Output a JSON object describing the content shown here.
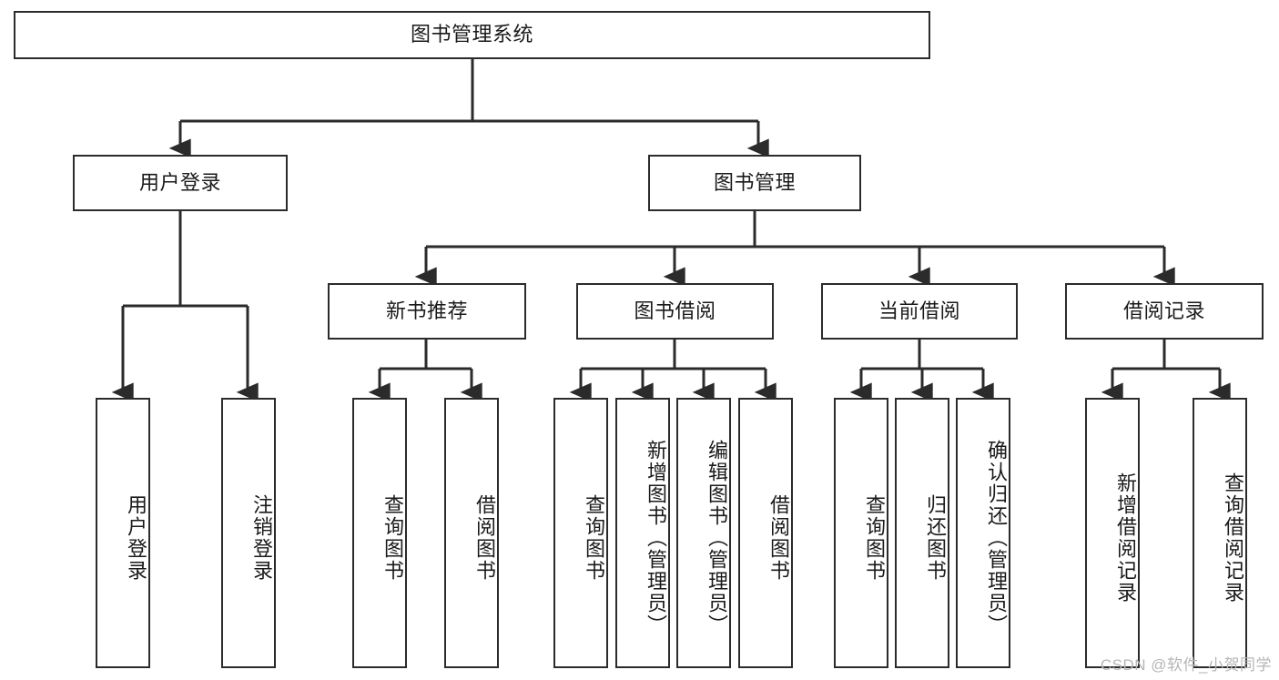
{
  "diagram": {
    "title": "图书管理系统",
    "watermark": "CSDN @软件_小贺同学",
    "line_color": "#2b2b2b",
    "box_fill": "#ffffff",
    "text_color": "#1a1a1a",
    "levels": {
      "level1": [
        {
          "id": "root",
          "label": "图书管理系统"
        }
      ],
      "level2": [
        {
          "id": "user-login",
          "label": "用户登录"
        },
        {
          "id": "book-manage",
          "label": "图书管理"
        }
      ],
      "level3": [
        {
          "id": "new-book-recommend",
          "label": "新书推荐"
        },
        {
          "id": "book-borrow",
          "label": "图书借阅"
        },
        {
          "id": "current-borrow",
          "label": "当前借阅"
        },
        {
          "id": "borrow-record",
          "label": "借阅记录"
        }
      ],
      "level4": [
        {
          "id": "leaf-user-login",
          "label": "用户登录",
          "parent": "user-login"
        },
        {
          "id": "leaf-logout-login",
          "label": "注销登录",
          "parent": "user-login"
        },
        {
          "id": "leaf-query-book-1",
          "label": "查询图书",
          "parent": "new-book-recommend"
        },
        {
          "id": "leaf-borrow-book-1",
          "label": "借阅图书",
          "parent": "new-book-recommend"
        },
        {
          "id": "leaf-query-book-2",
          "label": "查询图书",
          "parent": "book-borrow"
        },
        {
          "id": "leaf-add-book",
          "label": "新增图书（管理员）",
          "parent": "book-borrow"
        },
        {
          "id": "leaf-edit-book",
          "label": "编辑图书（管理员）",
          "parent": "book-borrow"
        },
        {
          "id": "leaf-borrow-book-2",
          "label": "借阅图书",
          "parent": "book-borrow"
        },
        {
          "id": "leaf-query-book-3",
          "label": "查询图书",
          "parent": "current-borrow"
        },
        {
          "id": "leaf-return-book",
          "label": "归还图书",
          "parent": "current-borrow"
        },
        {
          "id": "leaf-confirm-return",
          "label": "确认归还（管理员）",
          "parent": "current-borrow"
        },
        {
          "id": "leaf-add-record",
          "label": "新增借阅记录",
          "parent": "borrow-record"
        },
        {
          "id": "leaf-query-record",
          "label": "查询借阅记录",
          "parent": "borrow-record"
        }
      ]
    }
  }
}
